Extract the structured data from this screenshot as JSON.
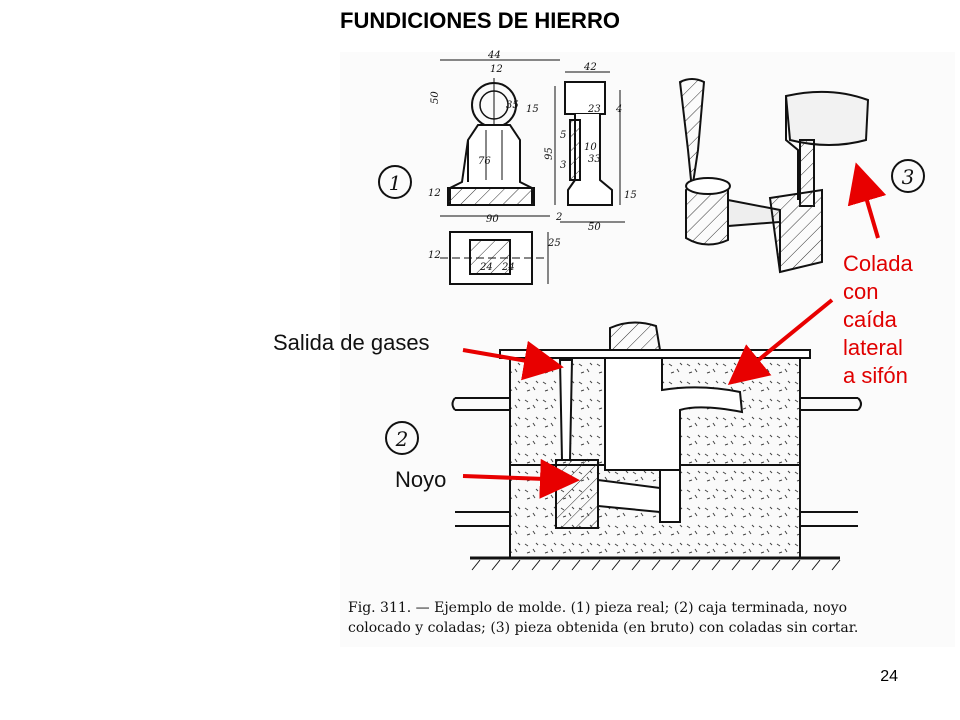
{
  "title": "FUNDICIONES DE HIERRO",
  "figure": {
    "markers": [
      "1",
      "2",
      "3"
    ],
    "dimensions": [
      "44",
      "12",
      "42",
      "50",
      "35",
      "15",
      "23",
      "4",
      "5",
      "95",
      "10",
      "33",
      "76",
      "3",
      "12",
      "90",
      "2",
      "15",
      "50",
      "25",
      "12",
      "24",
      "24"
    ],
    "caption_line1": "Fig. 311. — Ejemplo de molde. (1) pieza real; (2) caja terminada, noyo",
    "caption_line2": "colocado y coladas; (3) pieza obtenida (en bruto) con coladas sin cortar."
  },
  "annotations": {
    "colada_lines": [
      "Colada",
      "con",
      "caída",
      "lateral",
      "a sifón"
    ],
    "salida": "Salida de gases",
    "noyo": "Noyo"
  },
  "colors": {
    "annotation": "#e00000",
    "arrow": "#e80000"
  },
  "page_number": "24"
}
